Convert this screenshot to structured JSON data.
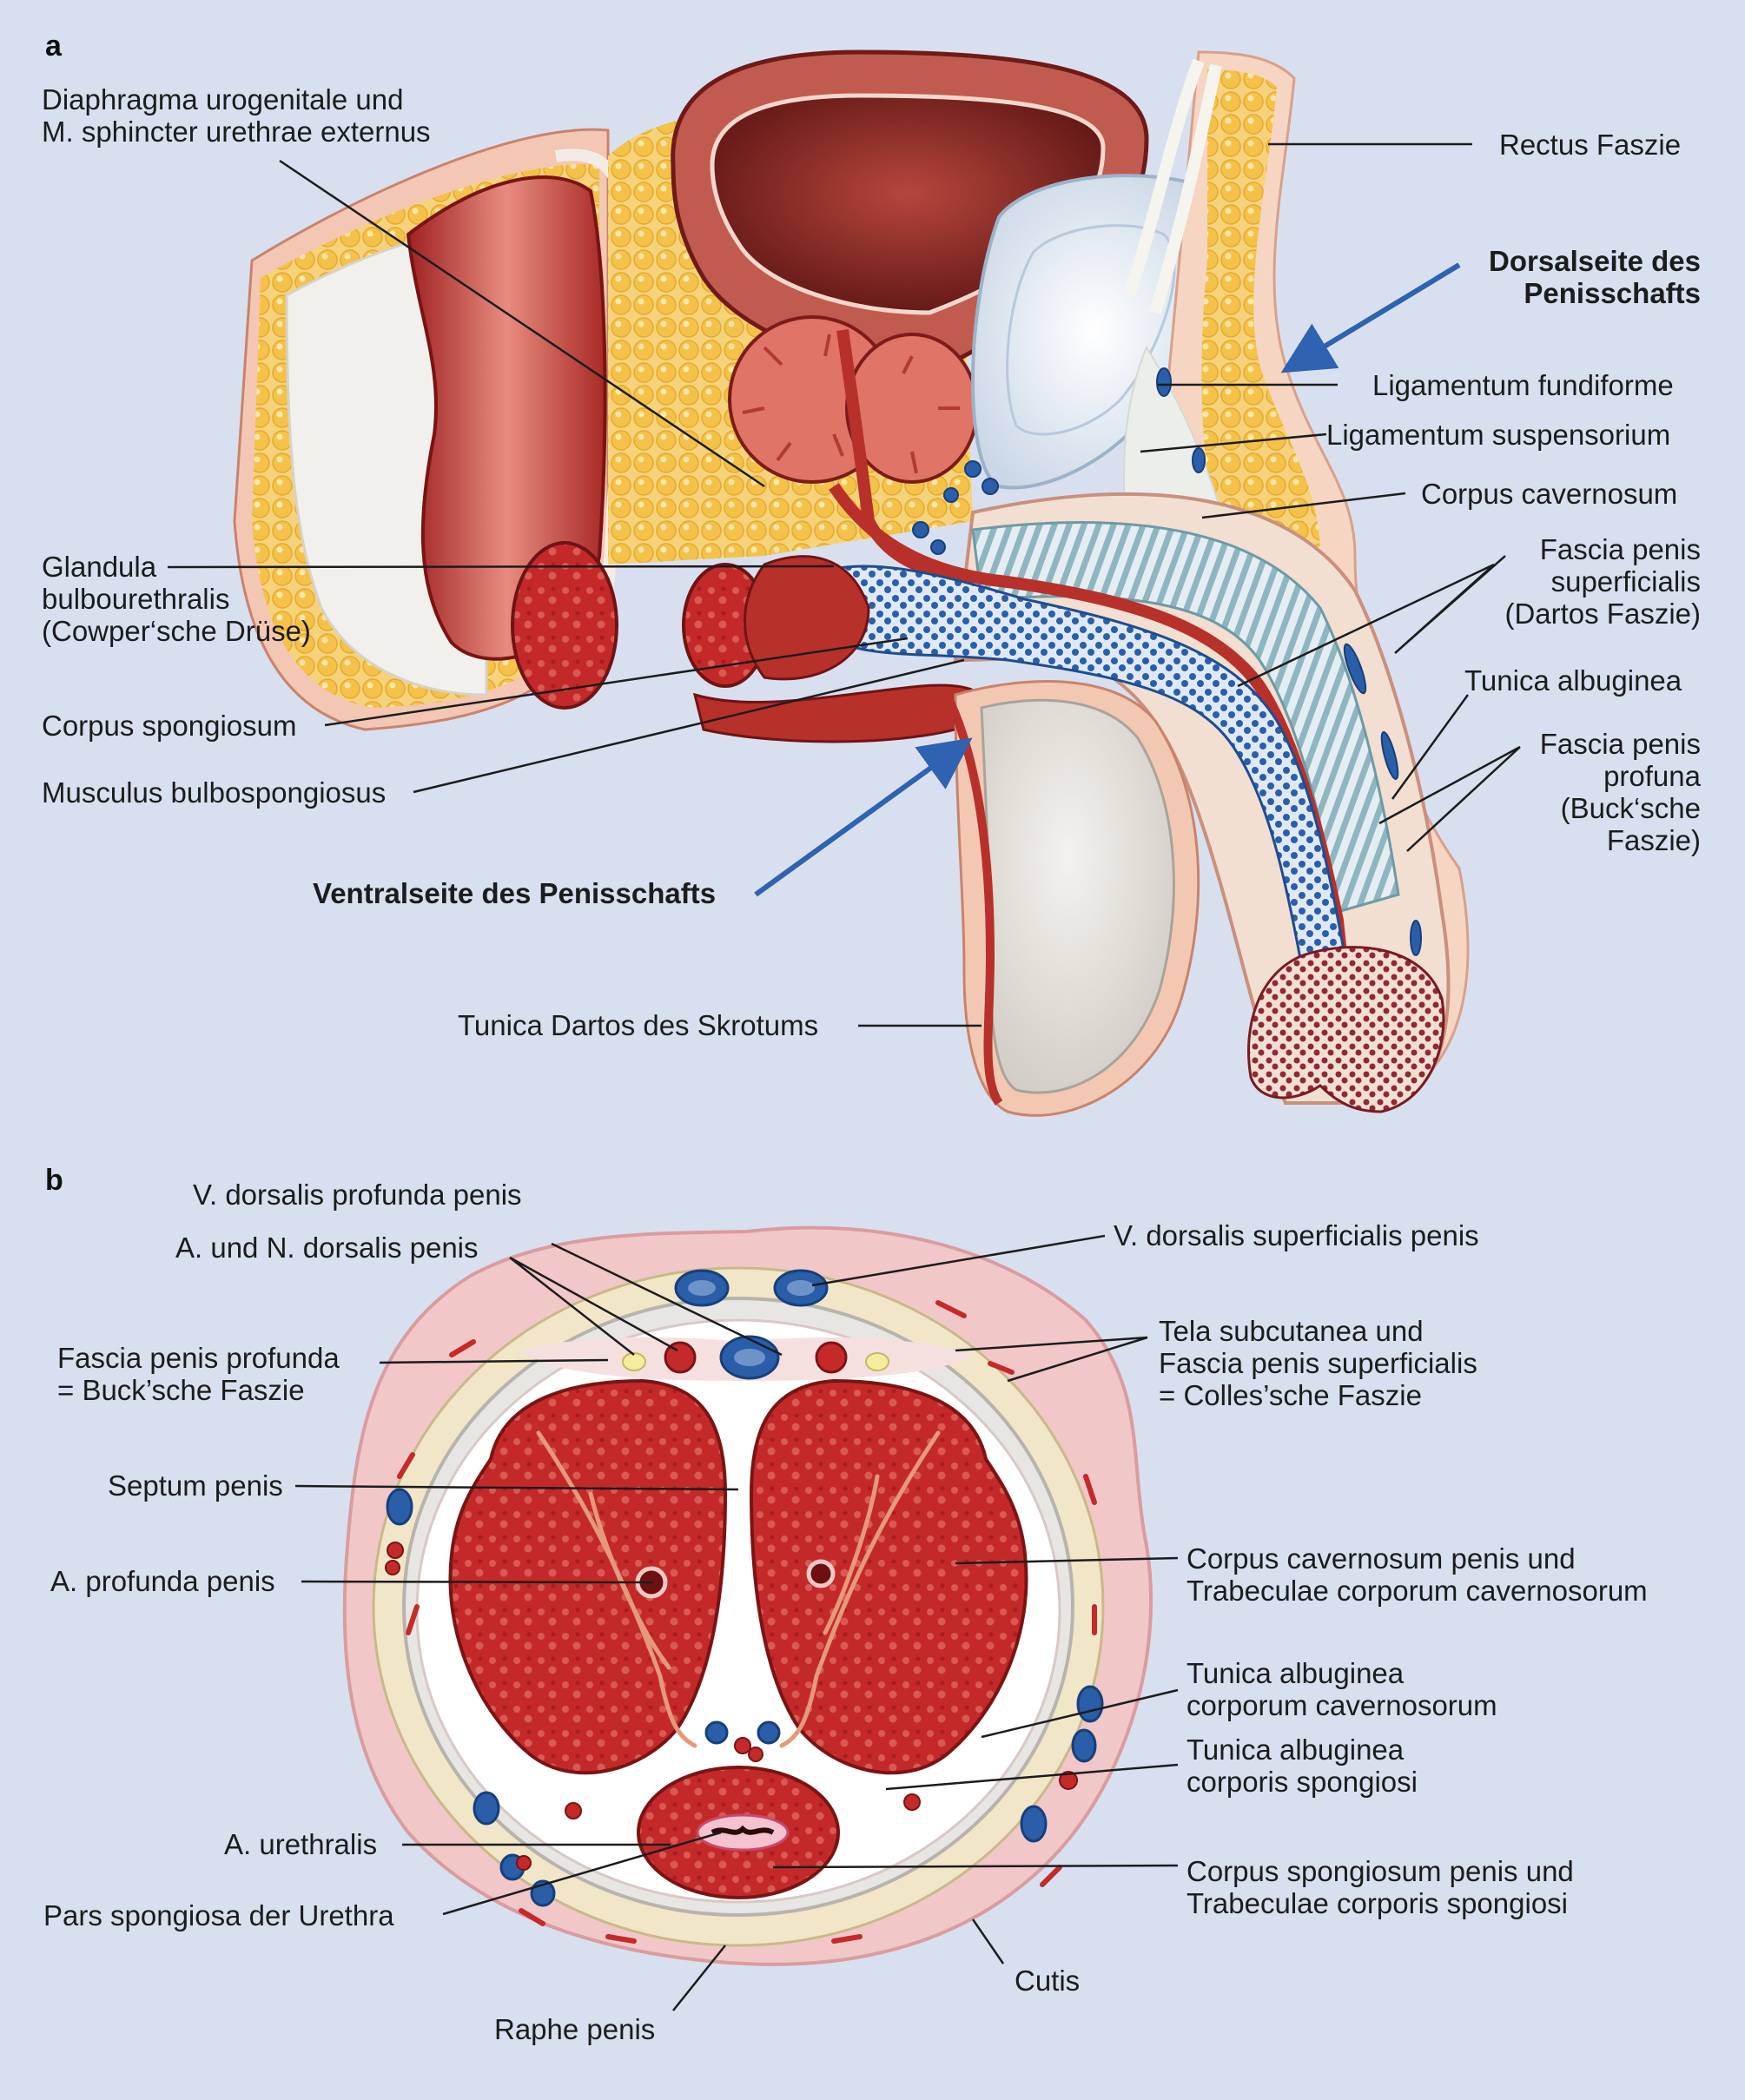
{
  "panels": {
    "a": "a",
    "b": "b"
  },
  "labels_a": {
    "diaphragma": "Diaphragma urogenitale und\nM. sphincter urethrae externus",
    "rectus": "Rectus Faszie",
    "dorsalseite": "Dorsalseite des\nPenisschafts",
    "lig_fundiforme": "Ligamentum fundiforme",
    "lig_suspensorium": "Ligamentum suspensorium",
    "corpus_cavernosum": "Corpus cavernosum",
    "fascia_superficialis": "Fascia penis\nsuperficialis\n(Dartos Faszie)",
    "tunica_albuginea": "Tunica albuginea",
    "fascia_profuna": "Fascia penis\nprofuna\n(Buck‘sche\nFaszie)",
    "glandula": "Glandula\nbulbourethralis\n(Cowper‘sche Drüse)",
    "corpus_spongiosum": "Corpus spongiosum",
    "musculus": "Musculus bulbospongiosus",
    "ventralseite": "Ventralseite des Penisschafts",
    "tunica_dartos": "Tunica Dartos des Skrotums"
  },
  "labels_b": {
    "v_dorsalis_profunda": "V. dorsalis profunda penis",
    "a_n_dorsalis": "A. und N. dorsalis penis",
    "v_dorsalis_superficialis": "V. dorsalis superficialis penis",
    "fascia_profunda": "Fascia penis profunda\n= Buck’sche Faszie",
    "tela": "Tela subcutanea und\nFascia penis superficialis\n= Colles’sche Faszie",
    "septum": "Septum penis",
    "a_profunda": "A. profunda penis",
    "corpus_cav": "Corpus cavernosum penis und\nTrabeculae corporum cavernosorum",
    "tunica_cav": "Tunica albuginea\ncorporum cavernosorum",
    "tunica_spong": "Tunica albuginea\ncorporis spongiosi",
    "a_urethralis": "A. urethralis",
    "corpus_spong": "Corpus spongiosum penis und\nTrabeculae corporis spongiosi",
    "pars_spongiosa": "Pars spongiosa der Urethra",
    "cutis": "Cutis",
    "raphe": "Raphe penis"
  },
  "colors": {
    "background": "#d8e0ef",
    "muscle_red": "#b8302a",
    "fat_yellow": "#f2c94c",
    "spongy_blue": "#2a5ea8",
    "arrow_blue": "#2f62b0",
    "skin_pink": "#f3c7b4"
  }
}
